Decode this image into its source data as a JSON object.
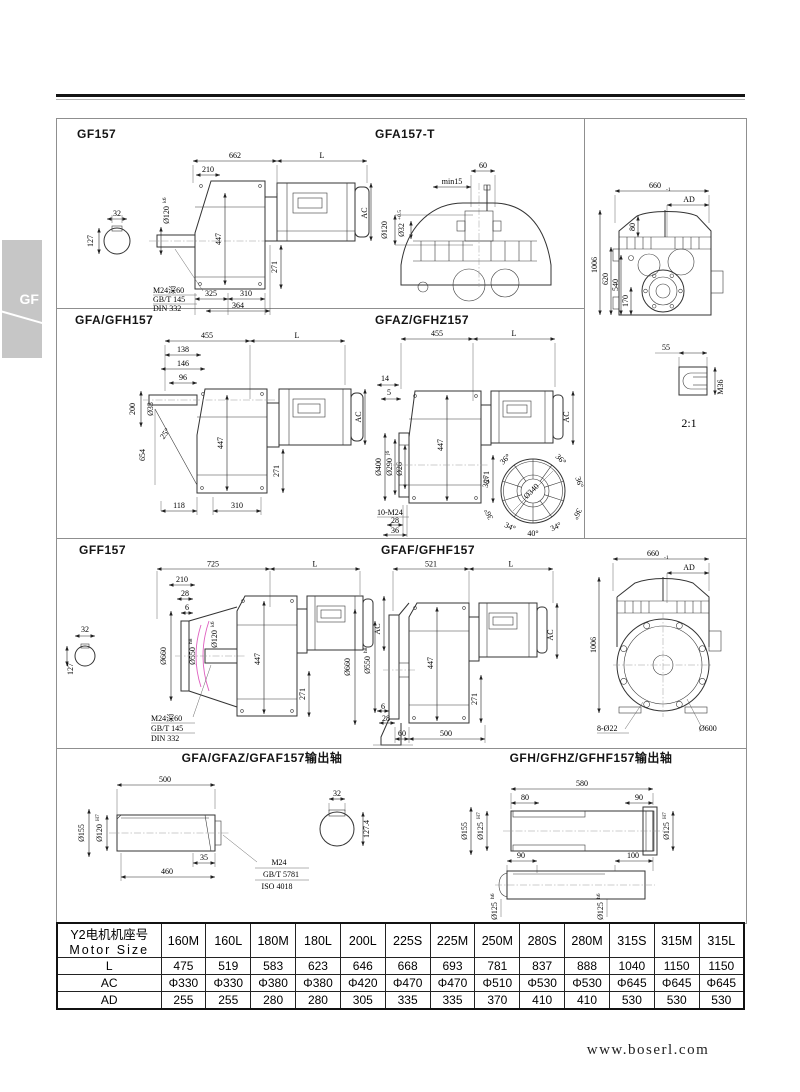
{
  "page": {
    "tab": "GF",
    "footer": "www.boserl.com"
  },
  "gf157": {
    "title": "GF157",
    "w662": "662",
    "L": "L",
    "w210": "210",
    "dia120": "Ø120",
    "dia120t": "k6",
    "h447": "447",
    "h271": "271",
    "AC": "AC",
    "b325": "325",
    "b310": "310",
    "b364": "364",
    "key32": "32",
    "key127": "127",
    "n1": "M24深60",
    "n2": "GB/T 145",
    "n3": "DIN 332"
  },
  "gfa157t": {
    "title": "GFA157-T",
    "w60": "60",
    "min15": "min15",
    "dia120": "Ø120",
    "dia32": "Ø32",
    "dia32t": "+0.5"
  },
  "rear1": {
    "w660": "660",
    "w660t": "-1",
    "AD": "AD",
    "h80": "80",
    "h1006": "1006",
    "h620": "620",
    "h540": "540",
    "h170": "170"
  },
  "gfa157": {
    "title": "GFA/GFH157",
    "w455": "455",
    "L": "L",
    "w138": "138",
    "w146": "146",
    "w96": "96",
    "dia33": "Ø33",
    "h200": "200",
    "h654": "654",
    "a25": "25°",
    "h447": "447",
    "h271": "271",
    "AC": "AC",
    "b118": "118",
    "b310": "310"
  },
  "gfaz157": {
    "title": "GFAZ/GFHZ157",
    "w455": "455",
    "L": "L",
    "w14": "14",
    "w5": "5",
    "dia400": "Ø400",
    "dia290": "Ø290",
    "dia290t": "j6",
    "dia26": "Ø26",
    "h447": "447",
    "h271": "271",
    "AC": "AC",
    "bolt": "10-M24",
    "b28": "28",
    "b36": "36"
  },
  "boltcircle": {
    "center": "Ø340",
    "a1": "36°",
    "a2": "36°",
    "a3": "36°",
    "a4": "36°",
    "a5": "36°",
    "a6": "36°",
    "a7": "34°",
    "a8": "40°",
    "a9": "34°"
  },
  "detail21": {
    "w55": "55",
    "m36": "M36",
    "scale": "2:1"
  },
  "gff157": {
    "title": "GFF157",
    "w725": "725",
    "L": "L",
    "w210": "210",
    "w28": "28",
    "w6": "6",
    "key32": "32",
    "key127": "127",
    "dia660": "Ø660",
    "dia550": "Ø550",
    "dia550t": "h8",
    "dia120": "Ø120",
    "dia120t": "k6",
    "h447": "447",
    "h271": "271",
    "AC": "AC",
    "n1": "M24深60",
    "n2": "GB/T 145",
    "n3": "DIN 332"
  },
  "gfaf157": {
    "title": "GFAF/GFHF157",
    "w521": "521",
    "L": "L",
    "dia660": "Ø660",
    "dia550": "Ø550",
    "dia550t": "h8",
    "h447": "447",
    "h271": "271",
    "AC": "AC",
    "b6": "6",
    "b28": "28",
    "b60": "60",
    "b500": "500"
  },
  "rear2": {
    "w660": "660",
    "w660t": "-1",
    "AD": "AD",
    "h1006": "1006",
    "bolts": "8-Ø22",
    "dia600": "Ø600"
  },
  "shaft1": {
    "title": "GFA/GFAZ/GFAF157输出轴",
    "w500": "500",
    "w35": "35",
    "w460": "460",
    "dia155": "Ø155",
    "dia120": "Ø120",
    "dia120t": "H7",
    "n1": "M24",
    "n2": "GB/T 5781",
    "n3": "ISO 4018",
    "key32": "32",
    "key1274": "127.4"
  },
  "shaft2": {
    "title": "GFH/GFHZ/GFHF157输出轴",
    "w580": "580",
    "w80": "80",
    "w90a": "90",
    "w90b": "90",
    "w100": "100",
    "dia155": "Ø155",
    "dia125a": "Ø125",
    "dia125at": "H7",
    "dia125b": "Ø125",
    "dia125bt": "H7",
    "dia125c": "Ø125",
    "dia125ct": "h6",
    "dia125d": "Ø125",
    "dia125dt": "h6"
  },
  "table": {
    "h1": "Y2电机机座号",
    "h2": "Motor Size",
    "columns": [
      "160M",
      "160L",
      "180M",
      "180L",
      "200L",
      "225S",
      "225M",
      "250M",
      "280S",
      "280M",
      "315S",
      "315M",
      "315L"
    ],
    "rows": [
      {
        "label": "L",
        "values": [
          "475",
          "519",
          "583",
          "623",
          "646",
          "668",
          "693",
          "781",
          "837",
          "888",
          "1040",
          "1150",
          "1150"
        ]
      },
      {
        "label": "AC",
        "values": [
          "Φ330",
          "Φ330",
          "Φ380",
          "Φ380",
          "Φ420",
          "Φ470",
          "Φ470",
          "Φ510",
          "Φ530",
          "Φ530",
          "Φ645",
          "Φ645",
          "Φ645"
        ]
      },
      {
        "label": "AD",
        "values": [
          "255",
          "255",
          "280",
          "280",
          "305",
          "335",
          "335",
          "370",
          "410",
          "410",
          "530",
          "530",
          "530"
        ]
      }
    ]
  }
}
